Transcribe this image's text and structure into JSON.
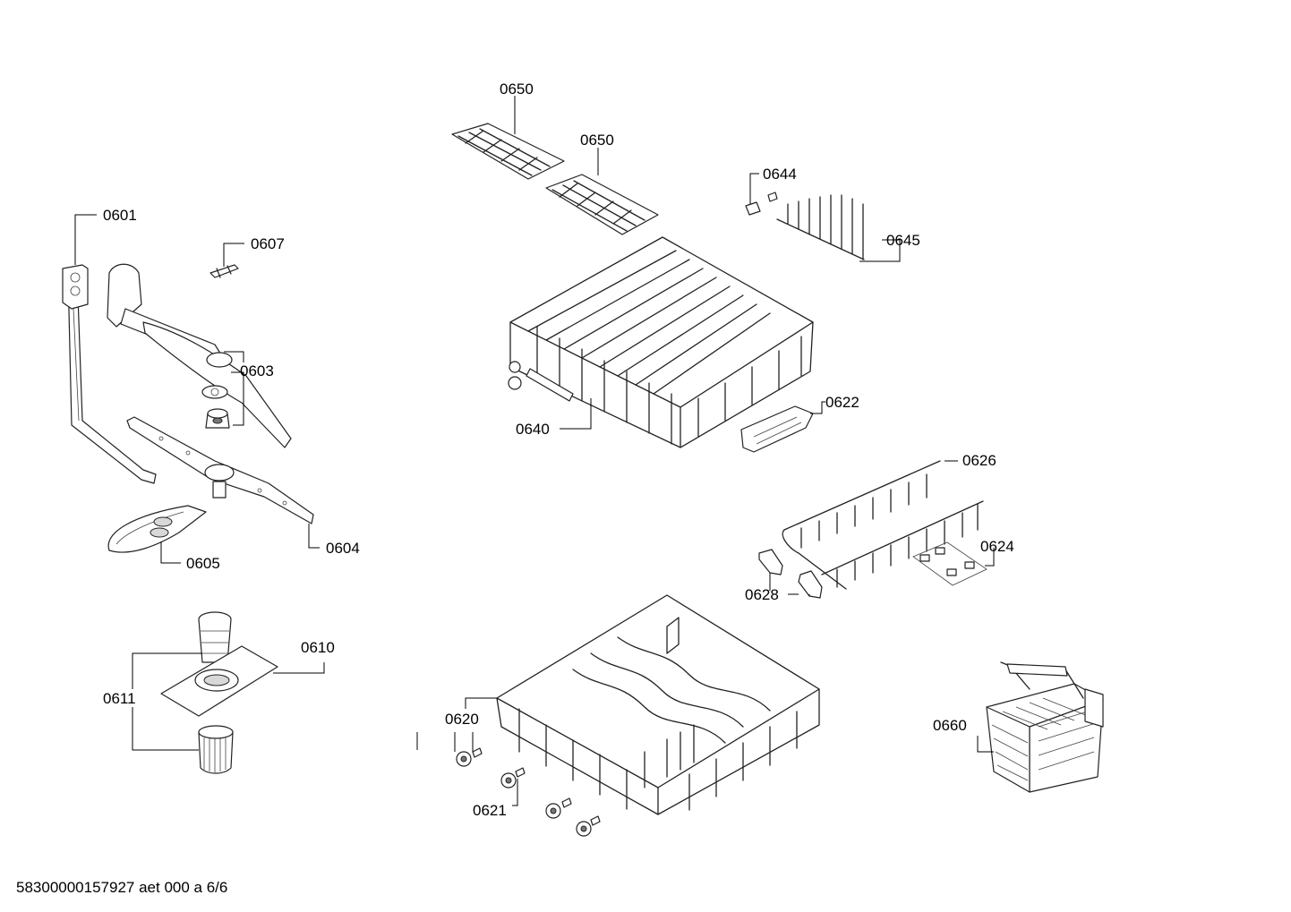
{
  "labels": {
    "p0601": "0601",
    "p0603": "0603",
    "p0604": "0604",
    "p0605": "0605",
    "p0607": "0607",
    "p0610": "0610",
    "p0611": "0611",
    "p0620": "0620",
    "p0621": "0621",
    "p0622": "0622",
    "p0624": "0624",
    "p0626": "0626",
    "p0628": "0628",
    "p0640": "0640",
    "p0644": "0644",
    "p0645": "0645",
    "p0650a": "0650",
    "p0650b": "0650",
    "p0660": "0660"
  },
  "footer": "58300000157927 aet 000 a 6/6"
}
